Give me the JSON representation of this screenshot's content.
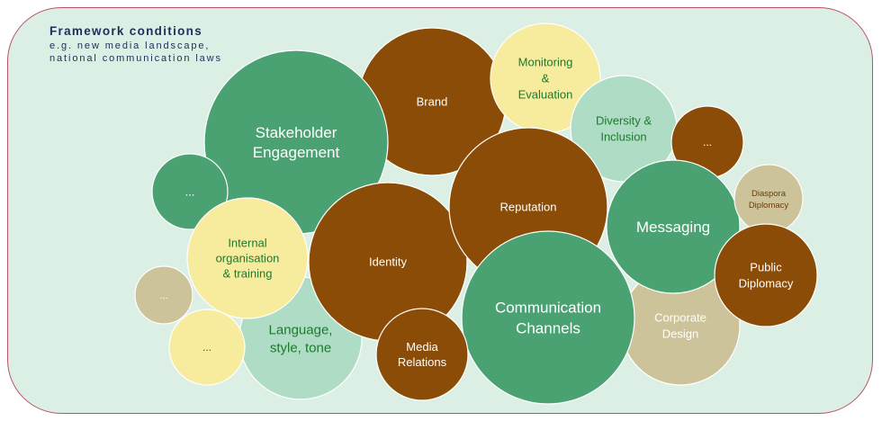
{
  "heading": {
    "title": "Framework conditions",
    "subtitle": "e.g. new media landscape, national communication laws"
  },
  "colors": {
    "brown": "#8a4c06",
    "green": "#4aa273",
    "light_green": "#afdcc4",
    "yellow": "#f7eb9e",
    "khaki": "#cdc39a",
    "frame_fill": "#dcefe4",
    "frame_border": "#b9546a"
  },
  "bubbles": [
    {
      "id": "brand",
      "lines": [
        "Brand"
      ],
      "color": "brown"
    },
    {
      "id": "monitoring-evaluation",
      "lines": [
        "Monitoring",
        "&",
        "Evaluation"
      ],
      "color": "yellow"
    },
    {
      "id": "stakeholder-engagement",
      "lines": [
        "Stakeholder",
        "Engagement"
      ],
      "color": "green"
    },
    {
      "id": "ellipsis-left",
      "lines": [
        "..."
      ],
      "color": "green"
    },
    {
      "id": "diversity-inclusion",
      "lines": [
        "Diversity &",
        "Inclusion"
      ],
      "color": "light_green"
    },
    {
      "id": "ellipsis-top-right",
      "lines": [
        "..."
      ],
      "color": "brown"
    },
    {
      "id": "language-style-tone",
      "lines": [
        "Language,",
        "style, tone"
      ],
      "color": "light_green"
    },
    {
      "id": "internal-organisation",
      "lines": [
        "Internal",
        "organisation",
        "& training"
      ],
      "color": "yellow"
    },
    {
      "id": "identity",
      "lines": [
        "Identity"
      ],
      "color": "brown"
    },
    {
      "id": "ellipsis-khaki",
      "lines": [
        "..."
      ],
      "color": "khaki"
    },
    {
      "id": "ellipsis-yellow",
      "lines": [
        "..."
      ],
      "color": "yellow"
    },
    {
      "id": "reputation",
      "lines": [
        "Reputation"
      ],
      "color": "brown"
    },
    {
      "id": "corporate-design",
      "lines": [
        "Corporate",
        "Design"
      ],
      "color": "khaki"
    },
    {
      "id": "messaging",
      "lines": [
        "Messaging"
      ],
      "color": "green"
    },
    {
      "id": "diaspora-diplomacy",
      "lines": [
        "Diaspora",
        "Diplomacy"
      ],
      "color": "khaki"
    },
    {
      "id": "public-diplomacy",
      "lines": [
        "Public",
        "Diplomacy"
      ],
      "color": "brown"
    },
    {
      "id": "communication-channels",
      "lines": [
        "Communication",
        "Channels"
      ],
      "color": "green"
    },
    {
      "id": "media-relations",
      "lines": [
        "Media",
        "Relations"
      ],
      "color": "brown"
    }
  ]
}
